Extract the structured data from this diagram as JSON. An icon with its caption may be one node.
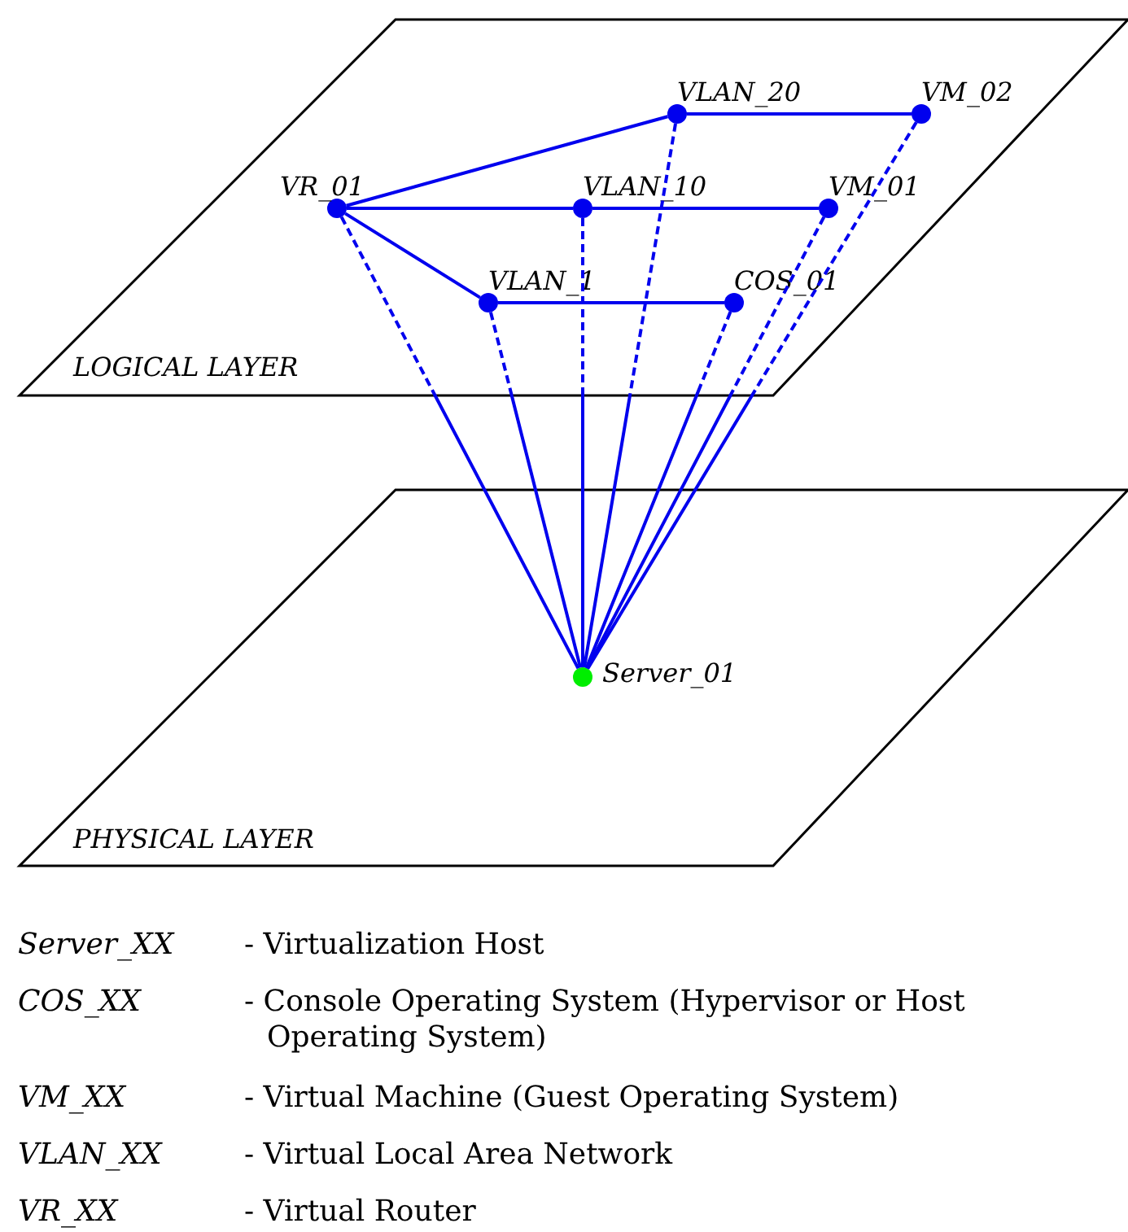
{
  "diagram": {
    "nodes": [
      {
        "text": [
          "LOGICAL LAYER"
        ]
      },
      {
        "text": [
          "PHYSICAL LAYER"
        ]
      },
      {
        "text": [
          "VLAN_20"
        ],
        "in": 0
      },
      {
        "text": [
          "VM_02"
        ],
        "in": 0
      },
      {
        "text": [
          "VR_01"
        ],
        "in": 0
      },
      {
        "text": [
          "VLAN_10"
        ],
        "in": 0
      },
      {
        "text": [
          "VM_01"
        ],
        "in": 0
      },
      {
        "text": [
          "VLAN_1"
        ],
        "in": 0
      },
      {
        "text": [
          "COS_01"
        ],
        "in": 0
      },
      {
        "text": [
          "Server_01"
        ],
        "in": 1
      }
    ],
    "edges": [
      {
        "from": 2,
        "to": 3,
        "arrow": "none"
      },
      {
        "from": 4,
        "to": 2,
        "arrow": "none"
      },
      {
        "from": 4,
        "to": 5,
        "arrow": "none"
      },
      {
        "from": 5,
        "to": 6,
        "arrow": "none"
      },
      {
        "from": 4,
        "to": 7,
        "arrow": "none"
      },
      {
        "from": 7,
        "to": 8,
        "arrow": "none"
      },
      {
        "from": 4,
        "to": 9,
        "arrow": "none",
        "style": "dashed"
      },
      {
        "from": 7,
        "to": 9,
        "arrow": "none",
        "style": "dashed"
      },
      {
        "from": 5,
        "to": 9,
        "arrow": "none",
        "style": "dashed"
      },
      {
        "from": 2,
        "to": 9,
        "arrow": "none",
        "style": "dashed"
      },
      {
        "from": 8,
        "to": 9,
        "arrow": "none",
        "style": "dashed"
      },
      {
        "from": 6,
        "to": 9,
        "arrow": "none",
        "style": "dashed"
      },
      {
        "from": 3,
        "to": 9,
        "arrow": "none",
        "style": "dashed"
      }
    ],
    "labels": [
      "Server_XX",
      "- Virtualization Host",
      "COS_XX",
      "- Console Operating System (Hypervisor or Host Operating System)",
      "VM_XX",
      "- Virtual Machine (Guest Operating System)",
      "VLAN_XX",
      "- Virtual Local Area Network",
      "VR_XX",
      "- Virtual Router"
    ]
  }
}
